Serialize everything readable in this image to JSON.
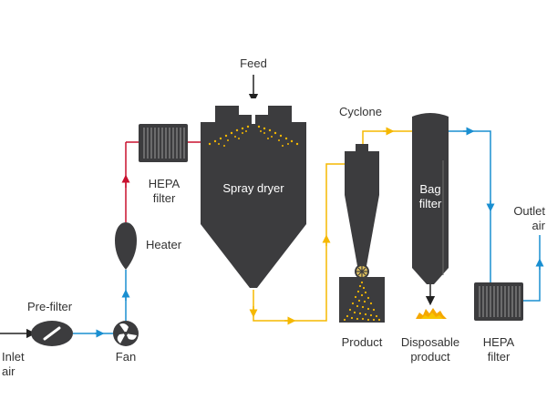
{
  "labels": {
    "feed": "Feed",
    "cyclone": "Cyclone",
    "hepa_filter_1": "HEPA\nfilter",
    "spray_dryer": "Spray dryer",
    "bag_filter": "Bag\nfilter",
    "outlet_air": "Outlet\nair",
    "heater": "Heater",
    "pre_filter": "Pre-filter",
    "inlet_air": "Inlet\nair",
    "fan": "Fan",
    "product": "Product",
    "disposable_product": "Disposable\nproduct",
    "hepa_filter_2": "HEPA\nfilter"
  },
  "colors": {
    "equipment": "#3c3c3e",
    "hot_air_line": "#c8102e",
    "air_line": "#1a8fd1",
    "product_line": "#f5b800",
    "feed_line": "#222222"
  }
}
